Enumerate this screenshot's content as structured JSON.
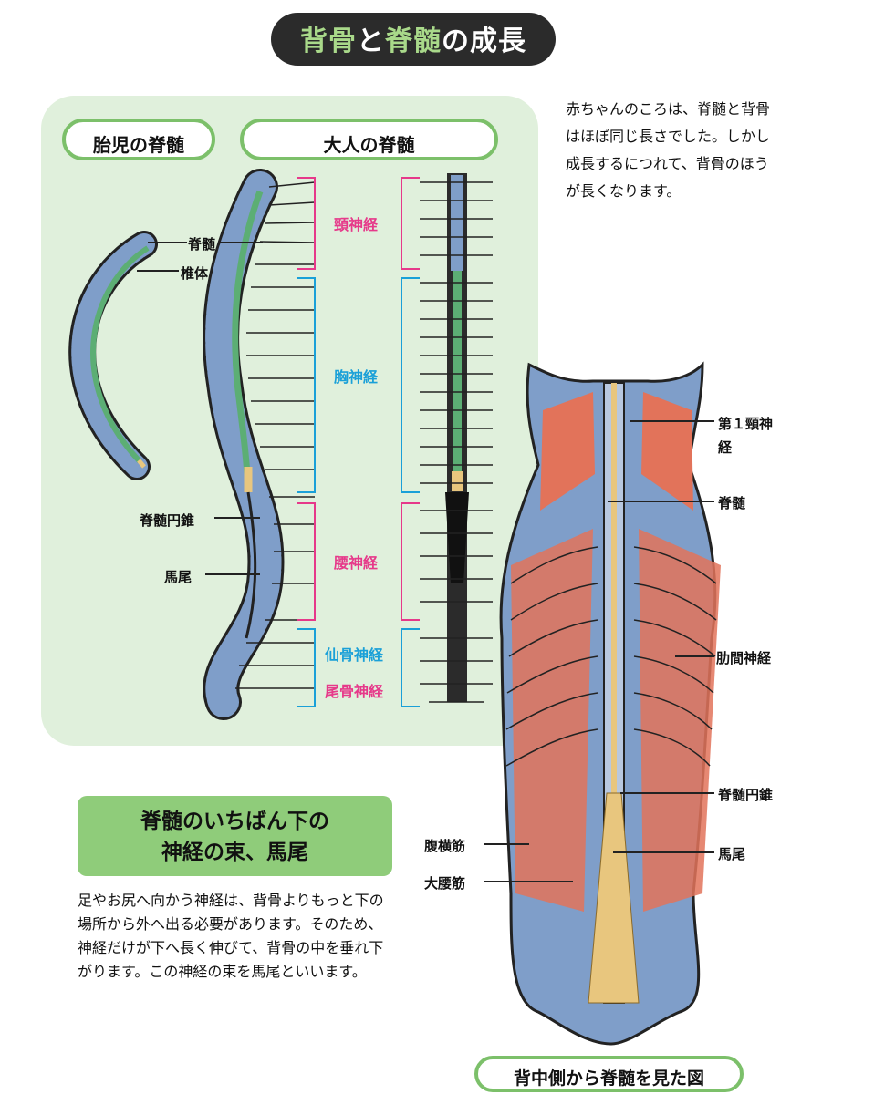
{
  "title": {
    "part1": "背骨",
    "part2": "と",
    "part3": "脊髄",
    "part4": "の成長"
  },
  "labels": {
    "fetal": "胎児の脊髄",
    "adult": "大人の脊髄",
    "spinal_cord": "脊髄",
    "vertebra": "椎体",
    "conus": "脊髄円錐",
    "cauda": "馬尾"
  },
  "regions": {
    "cervical": "頸神経",
    "thoracic": "胸神経",
    "lumbar": "腰神経",
    "sacral": "仙骨神経",
    "coccygeal": "尾骨神経"
  },
  "intro": "赤ちゃんのころは、脊髄と背骨はほぼ同じ長さでした。しかし成長するにつれて、背骨のほうが長くなります。",
  "box": {
    "line1": "脊髄のいちばん下の",
    "line2": "神経の束、馬尾"
  },
  "body": "足やお尻へ向かう神経は、背骨よりもっと下の場所から外へ出る必要があります。そのため、神経だけが下へ長く伸びて、背骨の中を垂れ下がります。この神経の束を馬尾といいます。",
  "back": {
    "c1": "第１頸神経",
    "spinal_cord": "脊髄",
    "intercostal": "肋間神経",
    "conus": "脊髄円錐",
    "cauda": "馬尾",
    "transverse_abdominis": "腹横筋",
    "psoas": "大腰筋"
  },
  "caption": "背中側から脊髄を見た図",
  "colors": {
    "panel": "#e0f0dc",
    "pill_border": "#7cc06a",
    "pink": "#e6398a",
    "cyan": "#1aa0d8",
    "bone": "#7f9ec9",
    "cord": "#5cae74",
    "muscle": "#e2735a",
    "nerve": "#e8c67e"
  }
}
